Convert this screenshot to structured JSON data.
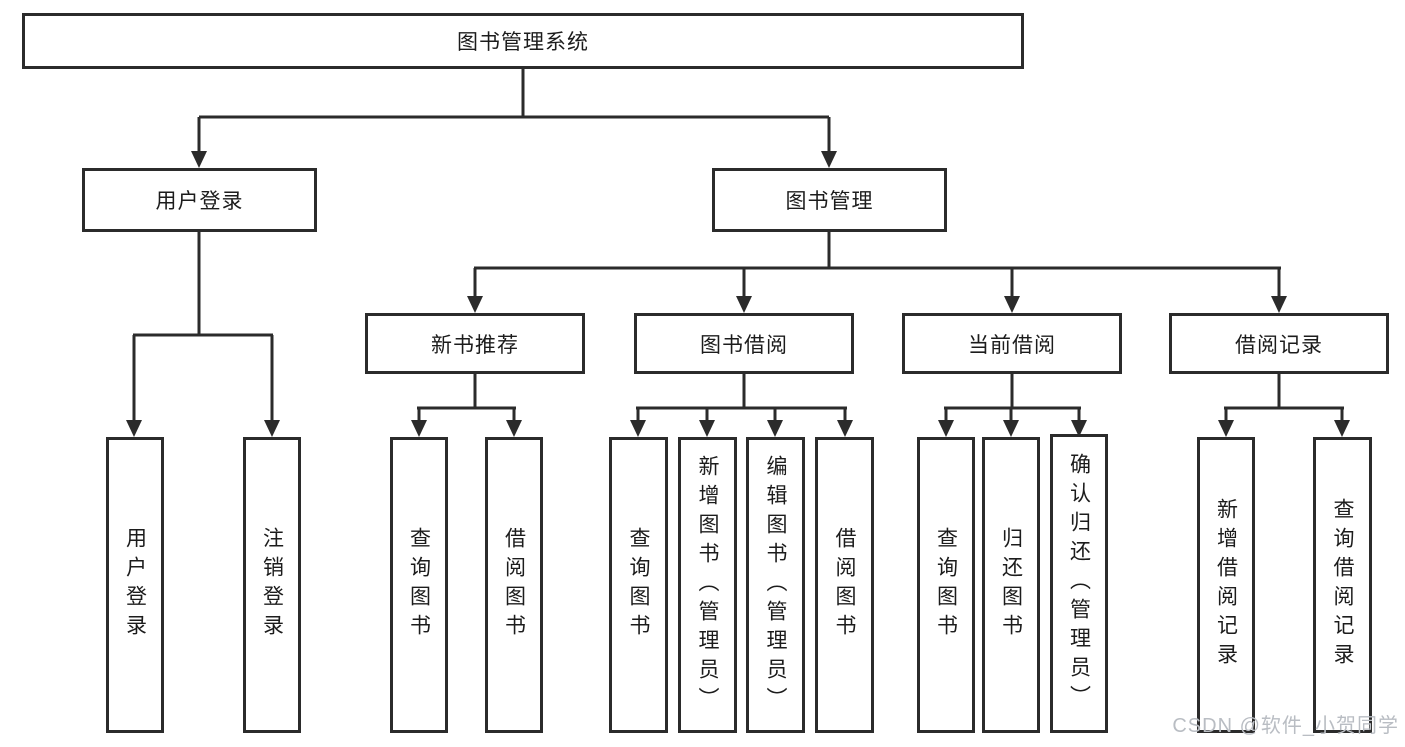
{
  "diagram": {
    "root": {
      "label": "图书管理系统"
    },
    "branches": [
      {
        "label": "用户登录",
        "children": [
          {
            "label": "用户登录"
          },
          {
            "label": "注销登录"
          }
        ]
      },
      {
        "label": "图书管理",
        "children": [
          {
            "label": "新书推荐",
            "children": [
              {
                "label": "查询图书"
              },
              {
                "label": "借阅图书"
              }
            ]
          },
          {
            "label": "图书借阅",
            "children": [
              {
                "label": "查询图书"
              },
              {
                "label": "新增图书（管理员）"
              },
              {
                "label": "编辑图书（管理员）"
              },
              {
                "label": "借阅图书"
              }
            ]
          },
          {
            "label": "当前借阅",
            "children": [
              {
                "label": "查询图书"
              },
              {
                "label": "归还图书"
              },
              {
                "label": "确认归还（管理员）"
              }
            ]
          },
          {
            "label": "借阅记录",
            "children": [
              {
                "label": "新增借阅记录"
              },
              {
                "label": "查询借阅记录"
              }
            ]
          }
        ]
      }
    ]
  },
  "watermark": "CSDN @软件_小贺同学",
  "colors": {
    "line": "#2b2b2b",
    "text": "#1c1c1c",
    "background": "#ffffff",
    "watermark": "#b9bdc3"
  }
}
